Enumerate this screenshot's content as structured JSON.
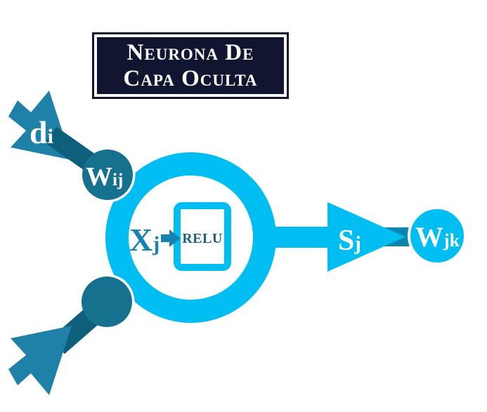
{
  "title": {
    "line1": "Neurona De",
    "line2": "Capa Oculta"
  },
  "labels": {
    "input_signal": {
      "main": "d",
      "sub": "i"
    },
    "input_weight": {
      "main": "W",
      "sub": "ij"
    },
    "net_input": {
      "main": "X",
      "sub": "j"
    },
    "activation_function": "RELU",
    "output_signal": {
      "main": "S",
      "sub": "j"
    },
    "output_weight": {
      "main": "W",
      "sub": "jk"
    }
  },
  "colors": {
    "ring_cyan": "#00BDF2",
    "arrow_teal": "#1F81A7",
    "shaft_dark_teal": "#0D5F7C",
    "weight_node_teal": "#16718F",
    "output_connector": "#0A86AF",
    "title_navy": "#10162F",
    "net_input_label": "#1483B0",
    "relu_label": "#1D5F7E",
    "text_white": "#FFFFFF"
  }
}
